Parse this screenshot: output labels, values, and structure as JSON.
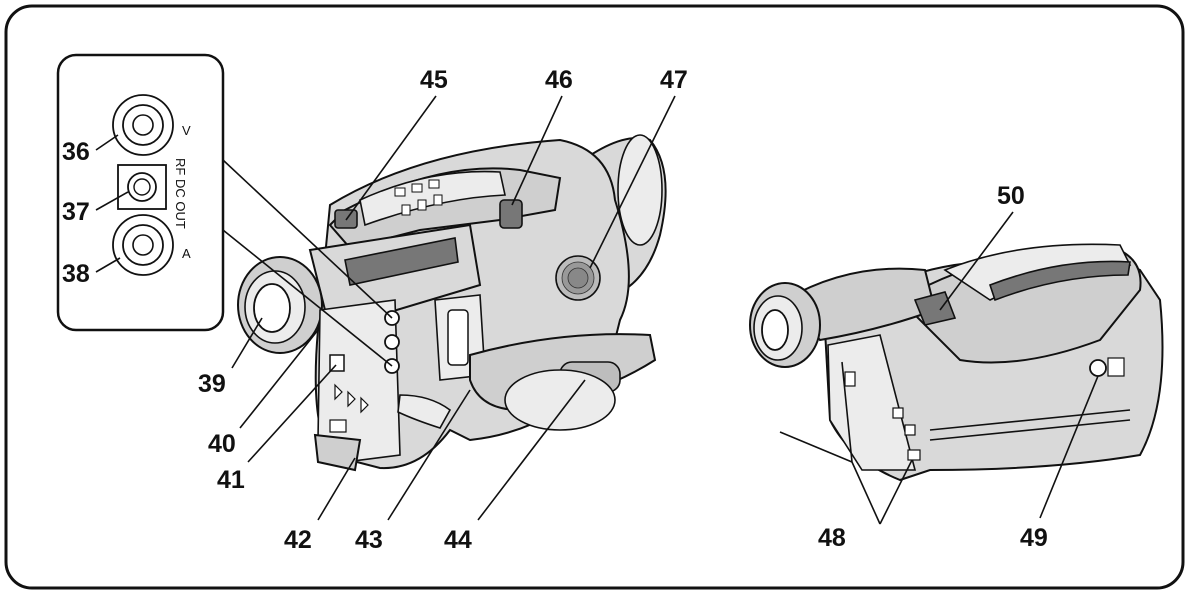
{
  "callouts": {
    "c36": "36",
    "c37": "37",
    "c38": "38",
    "c39": "39",
    "c40": "40",
    "c41": "41",
    "c42": "42",
    "c43": "43",
    "c44": "44",
    "c45": "45",
    "c46": "46",
    "c47": "47",
    "c48": "48",
    "c49": "49",
    "c50": "50"
  },
  "jack_panel": {
    "label_v": "V",
    "label_a": "A",
    "label_rf": "RF DC OUT"
  },
  "colors": {
    "line": "#111111",
    "body_fill": "#d9d9d9",
    "background": "#ffffff"
  }
}
